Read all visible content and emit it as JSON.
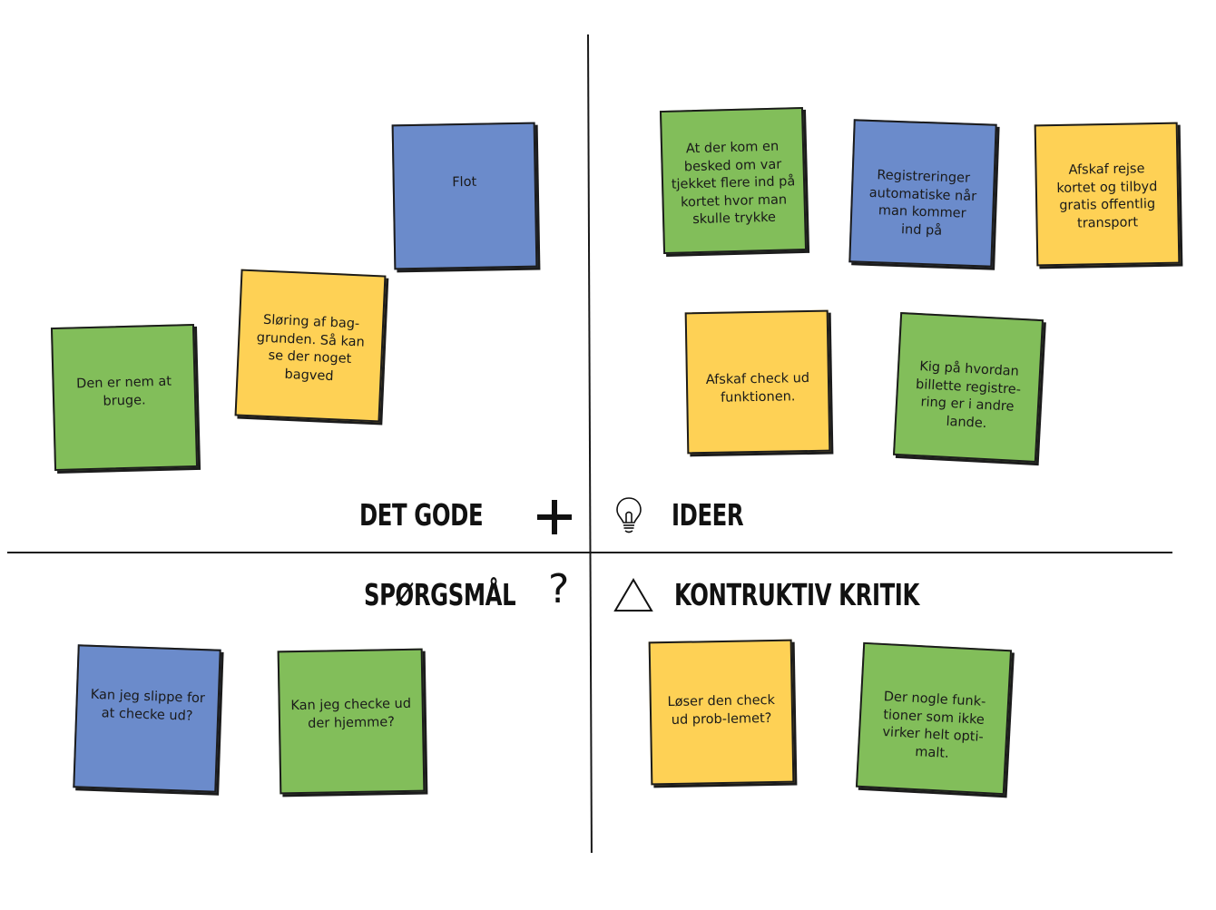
{
  "quadrants": {
    "good": {
      "title": "DET GODE",
      "icon": "plus-icon"
    },
    "ideas": {
      "title": "IDEER",
      "icon": "lightbulb-icon"
    },
    "questions": {
      "title": "SPØRGSMÅL",
      "icon": "question-mark-icon",
      "icon_text": "?"
    },
    "critique": {
      "title": "KONTRUKTIV KRITIK",
      "icon": "triangle-icon"
    }
  },
  "notes": {
    "good_1": "Flot",
    "good_2": "Sløring af bag-grunden. Så kan se der noget bagved",
    "good_3": "Den er nem at bruge.",
    "idea_1": "At der kom en besked om var tjekket flere ind på kortet hvor man skulle trykke",
    "idea_2": "Registreringer automatiske når man kommer ind på",
    "idea_3": "Afskaf rejse kortet og tilbyd gratis offentlig transport",
    "idea_4": "Afskaf check ud funktionen.",
    "idea_5": "Kig på hvordan billette registre-ring er i andre lande.",
    "question_1": "Kan jeg slippe for at checke ud?",
    "question_2": "Kan jeg checke ud der hjemme?",
    "critique_1": "Løser den check ud prob-lemet?",
    "critique_2": "Der nogle funk-tioner som ikke virker helt opti-malt."
  },
  "colors": {
    "green": "#82be5a",
    "blue": "#6b8bcb",
    "yellow": "#fed155",
    "ink": "#1a1a1a"
  }
}
